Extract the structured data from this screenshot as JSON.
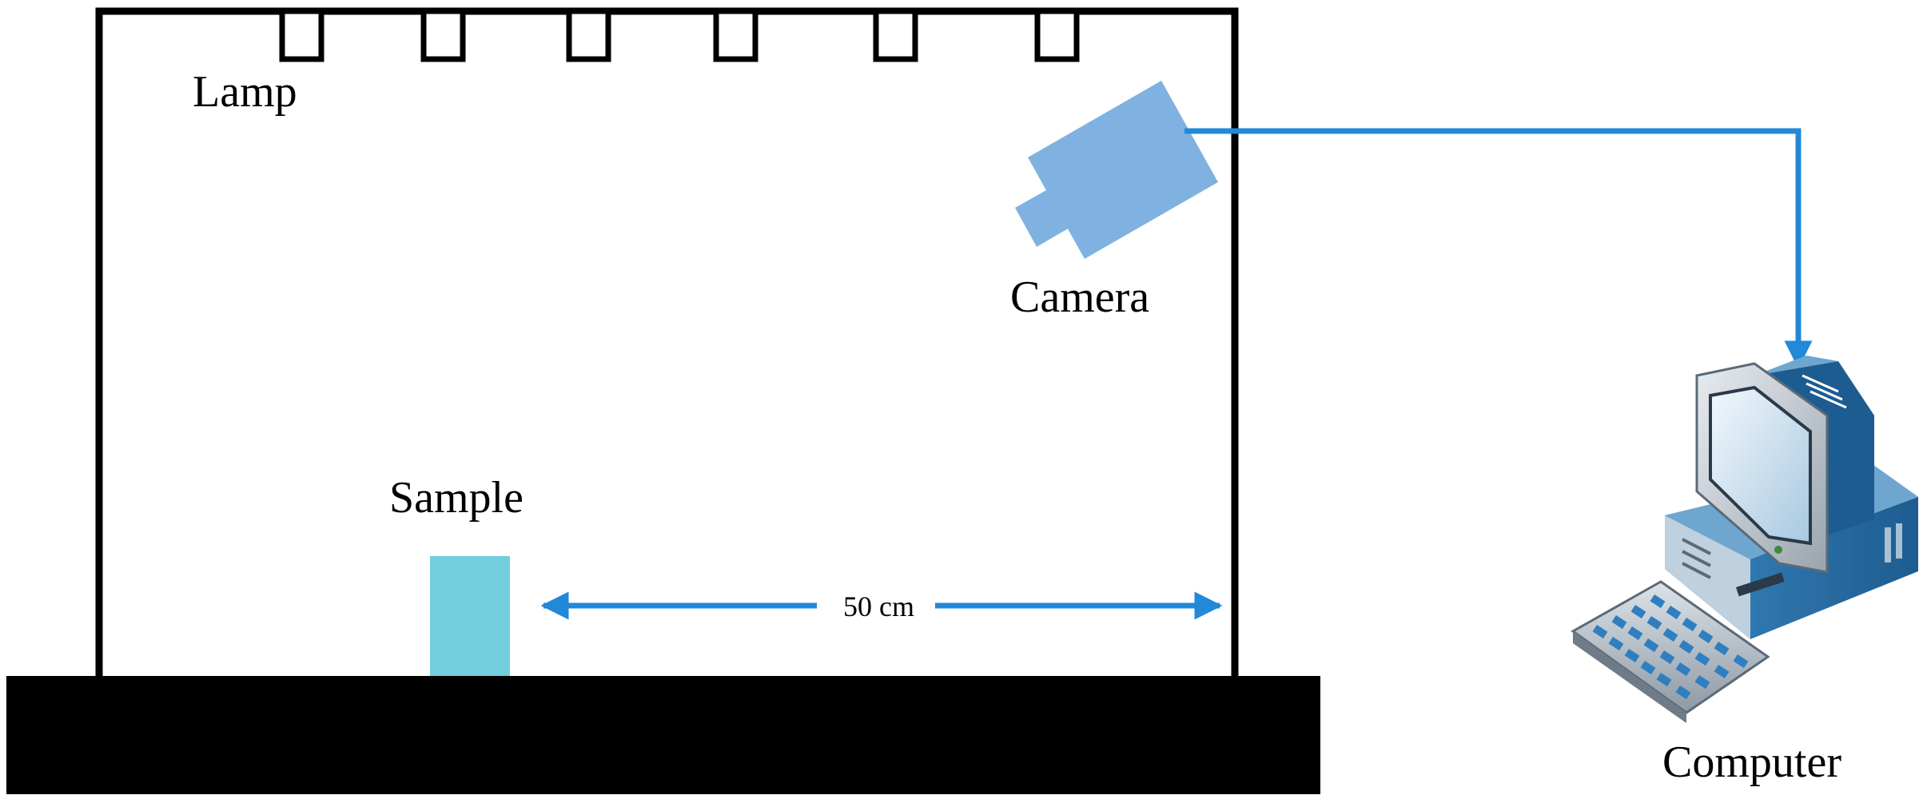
{
  "labels": {
    "lamp": "Lamp",
    "camera": "Camera",
    "sample": "Sample",
    "distance": "50 cm",
    "computer": "Computer"
  },
  "colors": {
    "camera": "#7FB2E0",
    "arrow": "#2288D8",
    "sample": "#72CEDD",
    "frame": "#000000",
    "base": "#000000"
  },
  "lamp_count": 6
}
